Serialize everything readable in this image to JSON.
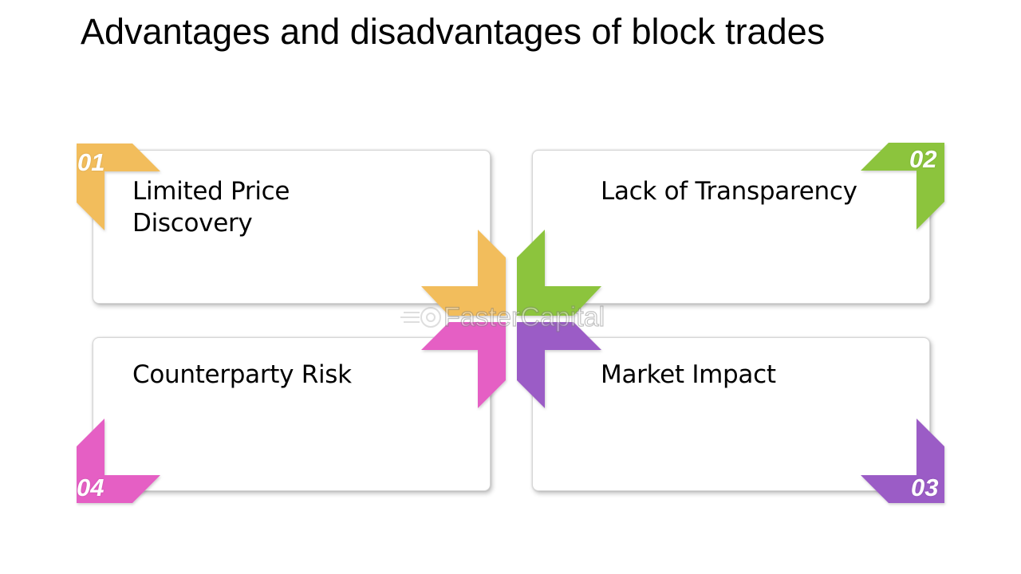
{
  "title": "Advantages and disadvantages of block trades",
  "colors": {
    "item1": "#f2bd5c",
    "item2": "#8cc43c",
    "item3": "#9b5bc6",
    "item4": "#e55ec4",
    "card_border": "#d6d6d6",
    "text": "#000000"
  },
  "items": [
    {
      "number": "01",
      "label": "Limited Price Discovery",
      "line1": "Limited Price",
      "line2": "Discovery",
      "color": "#f2bd5c"
    },
    {
      "number": "02",
      "label": "Lack of Transparency",
      "color": "#8cc43c"
    },
    {
      "number": "03",
      "label": "Market Impact",
      "color": "#9b5bc6"
    },
    {
      "number": "04",
      "label": "Counterparty Risk",
      "color": "#e55ec4"
    }
  ],
  "watermark": {
    "text": "FasterCapital",
    "icon": "gear-icon"
  }
}
